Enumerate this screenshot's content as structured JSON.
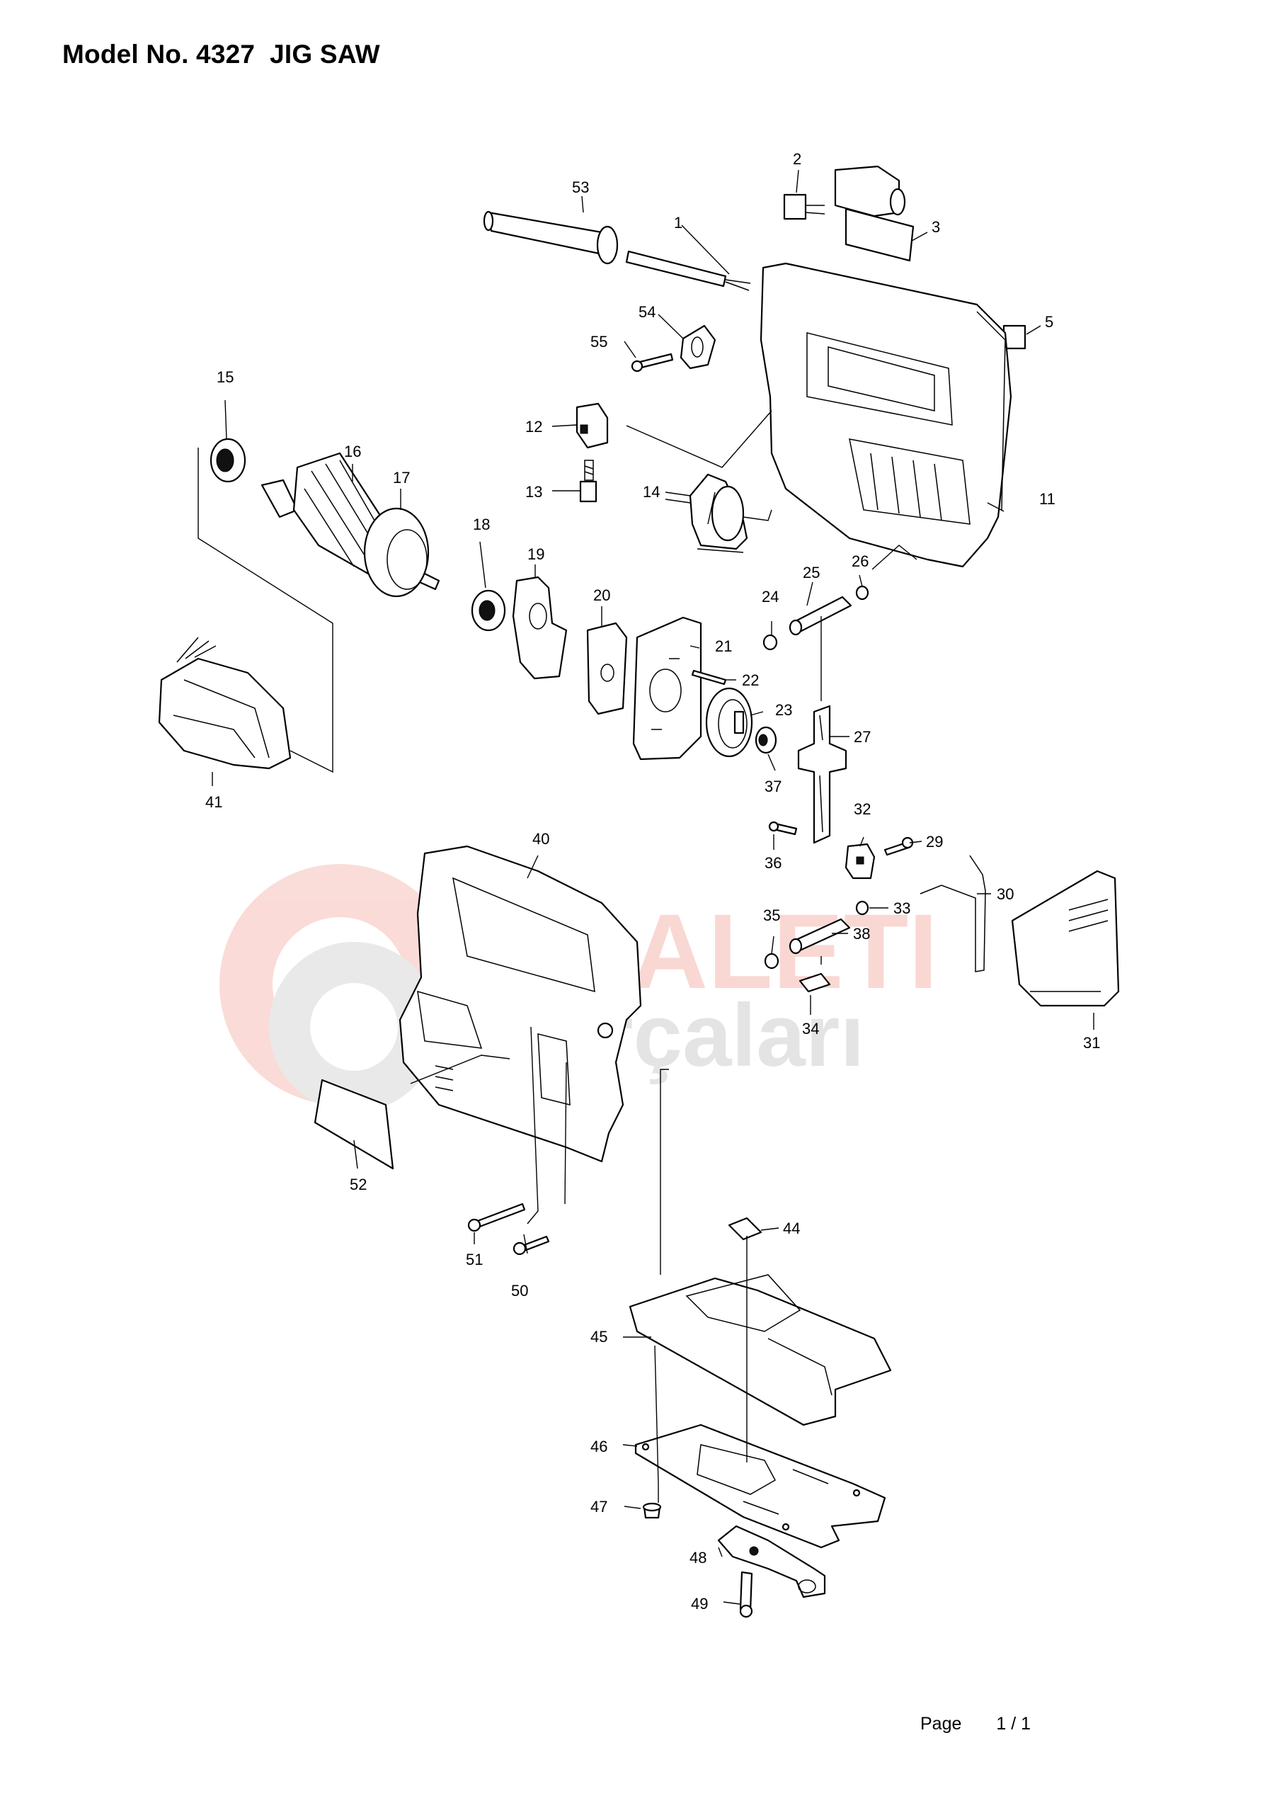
{
  "document": {
    "title": "Model No. 4327  JIG SAW",
    "page_label": "Page",
    "page_number": "1 / 1"
  },
  "watermark": {
    "line1": "ELALETI",
    "line2": "parçaları",
    "colors": {
      "red": "#e4402a",
      "gray": "#8a8a8a"
    }
  },
  "parts": {
    "p1": "1",
    "p2": "2",
    "p3": "3",
    "p5": "5",
    "p11": "11",
    "p12": "12",
    "p13": "13",
    "p14": "14",
    "p15": "15",
    "p16": "16",
    "p17": "17",
    "p18": "18",
    "p19": "19",
    "p20": "20",
    "p21": "21",
    "p22": "22",
    "p23": "23",
    "p24": "24",
    "p25": "25",
    "p26": "26",
    "p27": "27",
    "p29": "29",
    "p30": "30",
    "p31": "31",
    "p32": "32",
    "p33": "33",
    "p34": "34",
    "p35": "35",
    "p36": "36",
    "p37": "37",
    "p38": "38",
    "p40": "40",
    "p41": "41",
    "p44": "44",
    "p45": "45",
    "p46": "46",
    "p47": "47",
    "p48": "48",
    "p49": "49",
    "p50": "50",
    "p51": "51",
    "p52": "52",
    "p53": "53",
    "p54": "54",
    "p55": "55"
  }
}
